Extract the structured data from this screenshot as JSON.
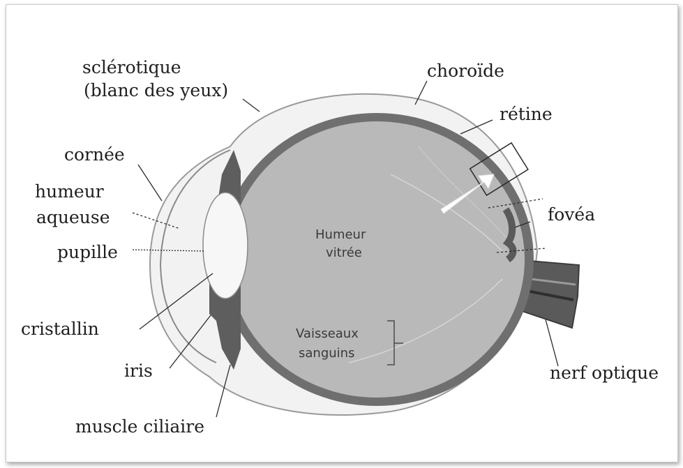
{
  "labels": {
    "sclerotique": "sclérotique",
    "blanc_des_yeux": "(blanc des yeux)",
    "cornee": "cornée",
    "humeur_aqueuse_1": "humeur",
    "humeur_aqueuse_2": "aqueuse",
    "pupille": "pupille",
    "cristallin": "cristallin",
    "iris": "iris",
    "muscle_ciliaire": "muscle ciliaire",
    "choroide": "choroïde",
    "retine": "rétine",
    "fovea": "fovéa",
    "nerf_optique": "nerf optique"
  },
  "inner_labels": {
    "humeur_vitree_1": "Humeur",
    "humeur_vitree_2": "vitrée",
    "vaisseaux_1": "Vaisseaux",
    "vaisseaux_2": "sanguins"
  },
  "colors": {
    "vitreous": "#b9b9b9",
    "choroid": "#6f6f6f",
    "sclera": "#f2f2f2",
    "lens": "#f7f7f7",
    "nerve": "#5a5a5a",
    "text": "#1e1e1e"
  }
}
